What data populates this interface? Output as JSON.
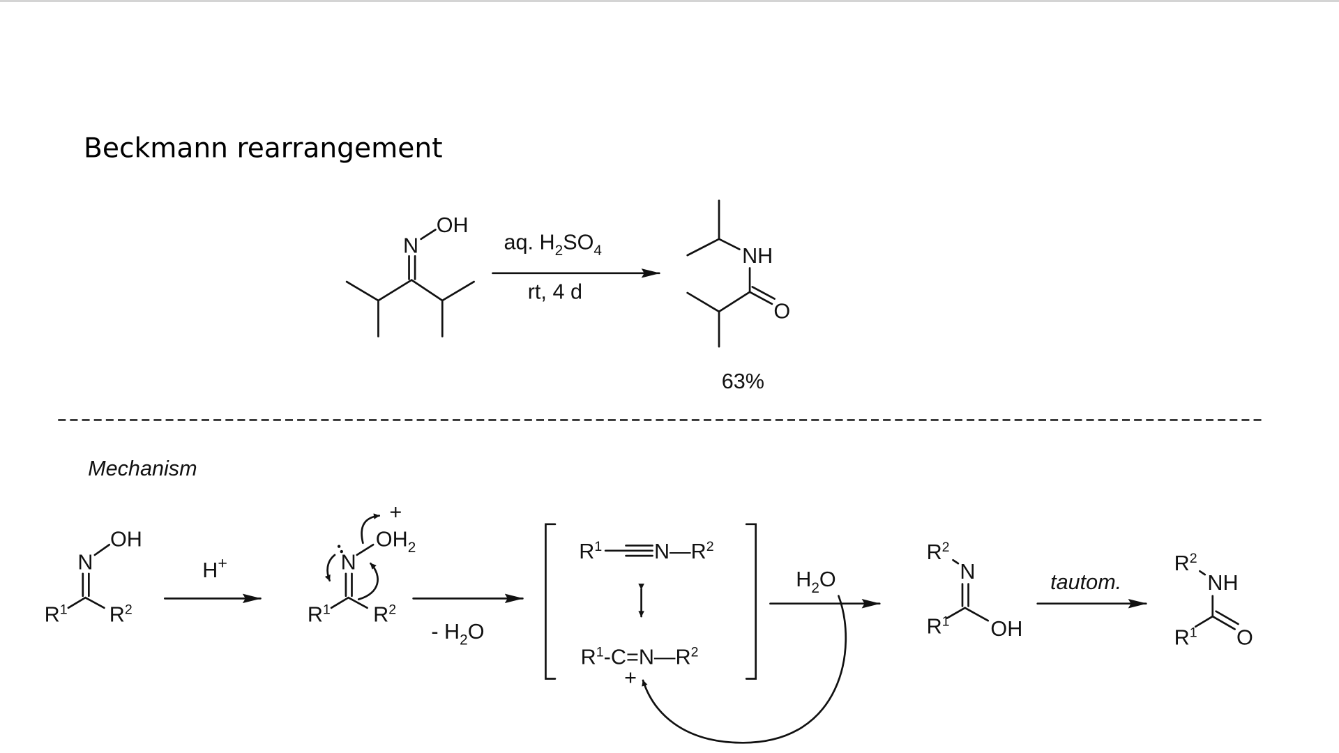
{
  "title": "Beckmann rearrangement",
  "reaction": {
    "reactant": {
      "n": "N",
      "oh": "OH"
    },
    "reagent": {
      "aq": "aq. H",
      "sub2": "2",
      "so": "SO",
      "sub4": "4"
    },
    "conditions": "rt, 4 d",
    "product": {
      "nh": "NH",
      "o": "O"
    },
    "yield": "63%"
  },
  "mechanism": {
    "heading": "Mechanism",
    "step1": {
      "n": "N",
      "oh": "OH",
      "r": "R",
      "one": "1",
      "two": "2"
    },
    "acid": {
      "h": "H",
      "plus": "+"
    },
    "step2": {
      "n": "N",
      "oh": "OH",
      "sub2": "2",
      "plus": "+",
      "r": "R",
      "one": "1",
      "two": "2"
    },
    "loss": {
      "minus": "- H",
      "sub2": "2",
      "o": "O"
    },
    "nitrilium": {
      "r": "R",
      "one": "1",
      "n": "N—R",
      "two": "2"
    },
    "carbocation": {
      "r": "R",
      "one": "1",
      "mid": "-C=N—R",
      "two": "2",
      "plus": "+"
    },
    "water": {
      "h": "H",
      "sub2": "2",
      "o": "O"
    },
    "imidic": {
      "r": "R",
      "two": "2",
      "n": "N",
      "one": "1",
      "oh": "OH"
    },
    "tautom": "tautom.",
    "amide": {
      "r": "R",
      "two": "2",
      "nh": "NH",
      "one": "1",
      "o": "O"
    }
  }
}
